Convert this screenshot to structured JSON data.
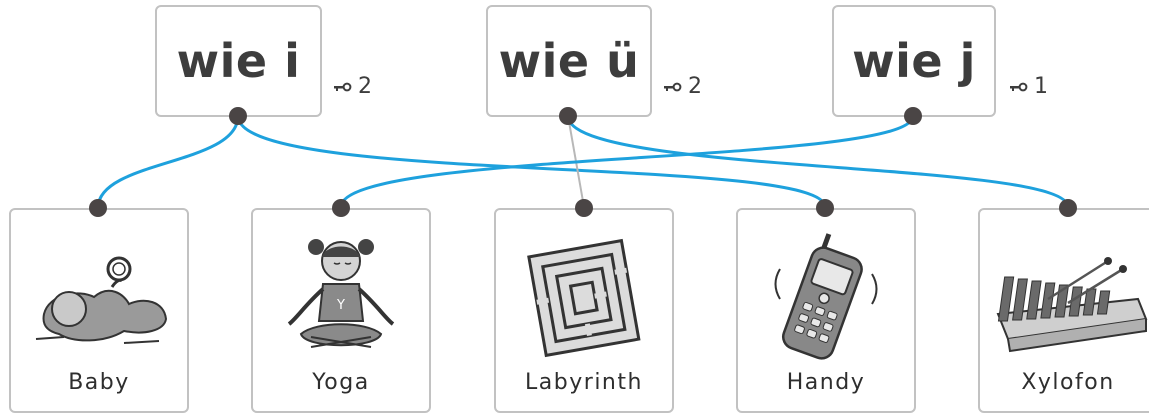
{
  "words": [
    {
      "id": "i",
      "label": "wie i",
      "count": "2",
      "key_icon": "key-icon"
    },
    {
      "id": "ue",
      "label": "wie ü",
      "count": "2",
      "key_icon": "key-icon"
    },
    {
      "id": "j",
      "label": "wie j",
      "count": "1",
      "key_icon": "key-icon"
    }
  ],
  "pictures": [
    {
      "id": "baby",
      "label": "Baby",
      "icon": "baby-icon"
    },
    {
      "id": "yoga",
      "label": "Yoga",
      "icon": "yoga-girl-icon"
    },
    {
      "id": "labyrinth",
      "label": "Labyrinth",
      "icon": "labyrinth-icon"
    },
    {
      "id": "handy",
      "label": "Handy",
      "icon": "mobile-phone-icon"
    },
    {
      "id": "xylofon",
      "label": "Xylofon",
      "icon": "xylophone-icon"
    }
  ],
  "connections": [
    {
      "from": "wie i",
      "to": "Baby"
    },
    {
      "from": "wie i",
      "to": "Handy"
    },
    {
      "from": "wie ü",
      "to": "Labyrinth"
    },
    {
      "from": "wie ü",
      "to": "Xylofon"
    },
    {
      "from": "wie j",
      "to": "Yoga"
    }
  ],
  "colors": {
    "line": "#1ea1dd",
    "wrong_line": "#b8b8b8",
    "dot": "#4a4545",
    "border": "#c2c2c2",
    "text": "#3d3d3d"
  }
}
